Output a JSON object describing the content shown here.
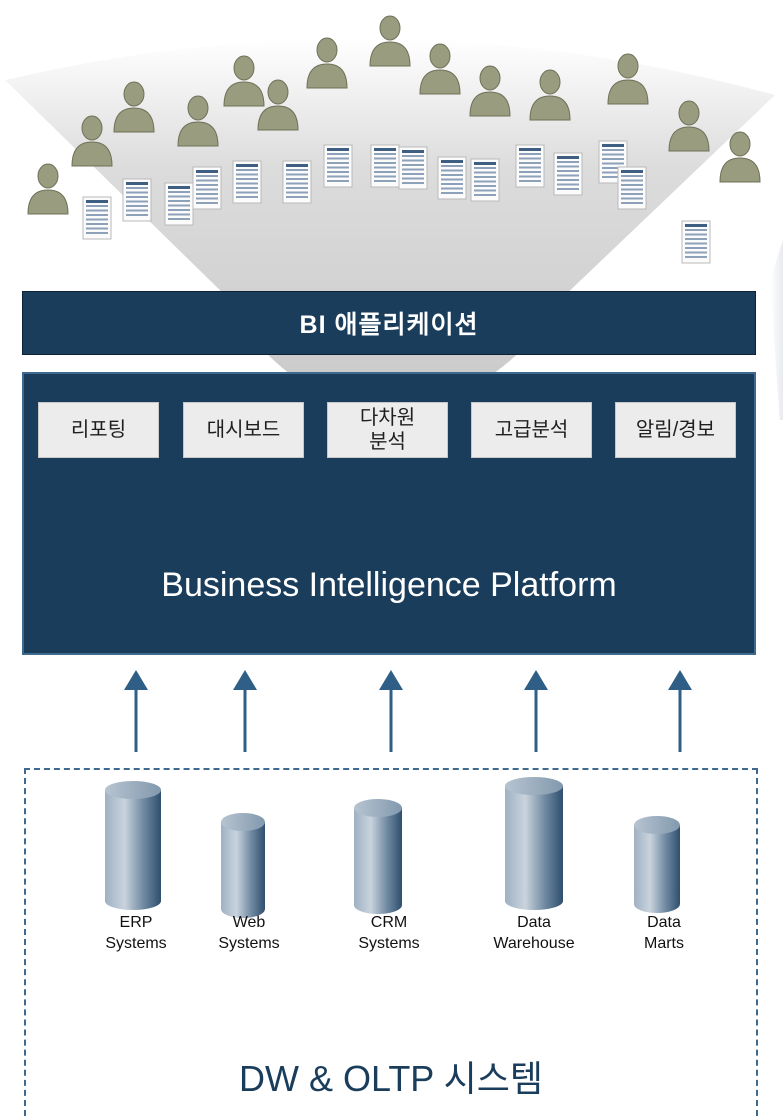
{
  "bi_application": {
    "title": "BI 애플리케이션"
  },
  "platform": {
    "modules": [
      "리포팅",
      "대시보드",
      "다차원\n분석",
      "고급분석",
      "알림/경보"
    ],
    "title": "Business Intelligence Platform"
  },
  "data_sources": [
    {
      "label": "ERP\nSystems"
    },
    {
      "label": "Web\nSystems"
    },
    {
      "label": "CRM\nSystems"
    },
    {
      "label": "Data\nWarehouse"
    },
    {
      "label": "Data\nMarts"
    }
  ],
  "dw_system": {
    "title": "DW & OLTP 시스템"
  },
  "colors": {
    "navy": "#1a3d5c",
    "arrow": "#2f5f86",
    "module_bg": "#ececec",
    "user_figure": "#9a9c80",
    "cylinder_light": "#c9d3dd",
    "cylinder_dark": "#2f4f6e"
  },
  "icons": {
    "user": "person-icon",
    "report": "report-sheet-icon",
    "database": "database-cylinder-icon"
  }
}
